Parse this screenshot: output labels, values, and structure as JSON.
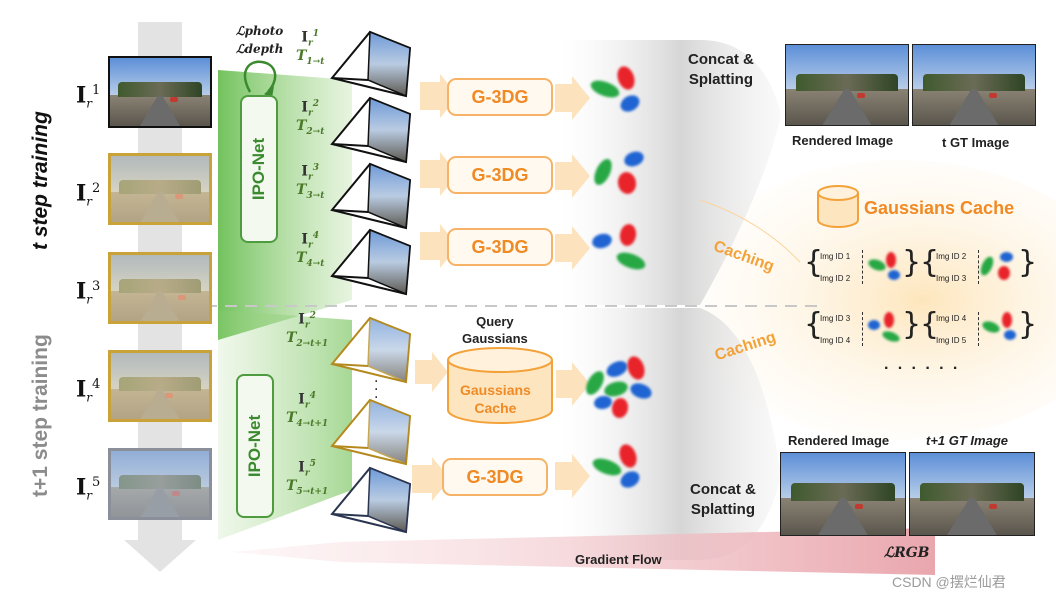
{
  "left_labels": [
    "I_r^1",
    "I_r^2",
    "I_r^3",
    "I_r^4",
    "I_r^5"
  ],
  "vertical_titles": {
    "t_step": "t step training",
    "t1_step": "t+1 step training"
  },
  "loss_labels": {
    "photo": "ℒphoto",
    "depth": "ℒdepth",
    "rgb": "ℒRGB"
  },
  "ipo_net_label": "IPO-Net",
  "g3dg_label": "G-3DG",
  "transform_labels": [
    {
      "img": "I",
      "img_sub": "r",
      "img_sup": "1",
      "t": "T",
      "t_sub": "1→t"
    },
    {
      "img": "I",
      "img_sub": "r",
      "img_sup": "2",
      "t": "T",
      "t_sub": "2→t"
    },
    {
      "img": "I",
      "img_sub": "r",
      "img_sup": "3",
      "t": "T",
      "t_sub": "3→t"
    },
    {
      "img": "I",
      "img_sub": "r",
      "img_sup": "4",
      "t": "T",
      "t_sub": "4→t"
    },
    {
      "img": "I",
      "img_sub": "r",
      "img_sup": "2",
      "t": "T",
      "t_sub": "2→t+1"
    },
    {
      "img": "I",
      "img_sub": "r",
      "img_sup": "4",
      "t": "T",
      "t_sub": "4→t+1"
    },
    {
      "img": "I",
      "img_sub": "r",
      "img_sup": "5",
      "t": "T",
      "t_sub": "5→t+1"
    }
  ],
  "query_gaussians": "Query\nGaussians",
  "gaussians_cache_center": "Gaussians\nCache",
  "concat_splatting": "Concat &\nSplatting",
  "rendered_image": "Rendered Image",
  "t_gt_image": "t GT Image",
  "t1_gt_image": "t+1 GT Image",
  "gaussians_cache_title": "Gaussians Cache",
  "caching": "Caching",
  "cache_entries": [
    [
      "Img ID 1",
      "Img ID 2"
    ],
    [
      "Img ID 2",
      "Img ID 3"
    ],
    [
      "Img ID 3",
      "Img ID 4"
    ],
    [
      "Img ID 4",
      "Img ID 5"
    ]
  ],
  "ellipsis": "· · · · · ·",
  "gradient_flow": "Gradient Flow",
  "watermark": "CSDN @摆烂仙君",
  "colors": {
    "green": "#5aa74a",
    "orange": "#f39a33",
    "peach": "#fde7c4",
    "gray": "#d8d8d8"
  }
}
